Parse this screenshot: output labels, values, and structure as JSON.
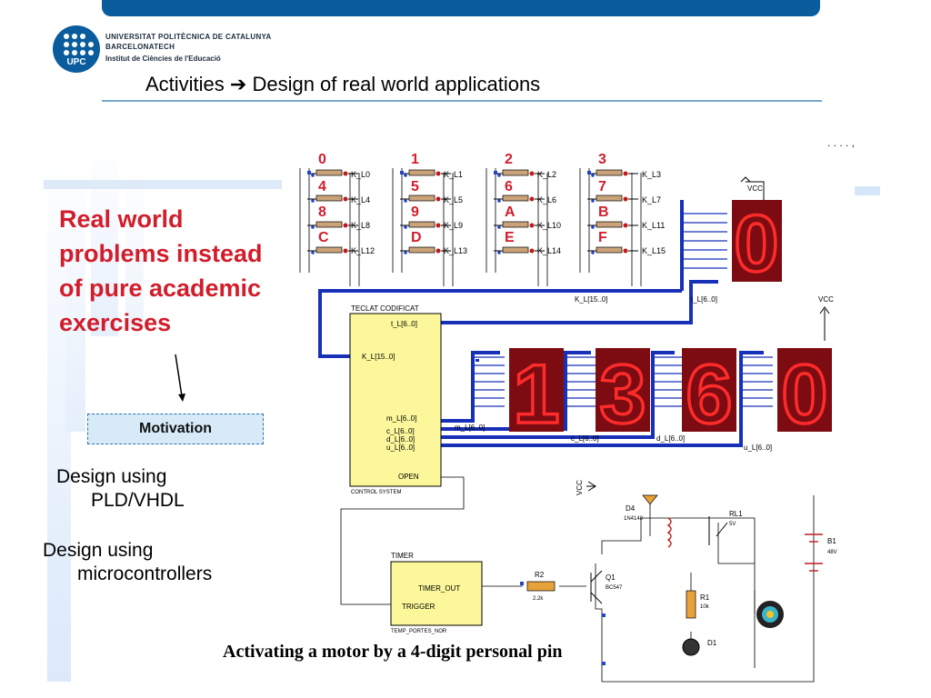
{
  "org": {
    "logo_text": "UPC",
    "line1": "UNIVERSITAT POLITÈCNICA DE CATALUNYA",
    "line2": "BARCELONATECH",
    "line3": "Institut de Ciències de l'Educació"
  },
  "header": {
    "title": "Activities ➔ Design of real world applications"
  },
  "main": {
    "headline_lines": [
      "Real world",
      "problems instead",
      "of pure academic",
      "exercises"
    ],
    "motivation": "Motivation",
    "design1_a": "Design using",
    "design1_b": "PLD/VHDL",
    "design2_a": "Design using",
    "design2_b": "microcontrollers"
  },
  "schematic": {
    "keys": [
      "0",
      "1",
      "2",
      "3",
      "4",
      "5",
      "6",
      "7",
      "8",
      "9",
      "A",
      "B",
      "C",
      "D",
      "E",
      "F"
    ],
    "key_labels": [
      "K_L0",
      "K_L1",
      "K_L2",
      "K_L3",
      "K_L4",
      "K_L5",
      "K_L6",
      "K_L7",
      "K_L8",
      "K_L9",
      "K_L10",
      "K_L11",
      "K_L12",
      "K_L13",
      "K_L14",
      "K_L15"
    ],
    "bus_k": "K_L[15..0]",
    "bus_t": "t_L[6..0]",
    "vcc": "VCC",
    "block_title": "TECLAT CODIFICAT",
    "block_footer": "CONTROL SYSTEM",
    "pin_tl": "t_L[6..0]",
    "pin_kl": "K_L[15..0]",
    "pin_ml": "m_L[6..0]",
    "pin_cl": "c_L[6..0]",
    "pin_dl": "d_L[6..0]",
    "pin_ul": "u_L[6..0]",
    "pin_open": "OPEN",
    "bus_m": "m_L[6..0]",
    "bus_c": "c_L[6..0]",
    "bus_d": "d_L[6..0]",
    "bus_u": "u_L[6..0]",
    "digits": [
      "1",
      "3",
      "6",
      "0"
    ],
    "top_digit": "0",
    "timer_title": "TIMER",
    "timer_out": "TIMER_OUT",
    "timer_trig": "TRIGGER",
    "timer_footer": "TEMP_PORTES_NOR",
    "d4": "D4",
    "d4_part": "1N4148",
    "rl1": "RL1",
    "rl1_v": "5V",
    "b1": "B1",
    "b1_v": "48V",
    "r2": "R2",
    "r2_v": "2.2k",
    "q1": "Q1",
    "q1_part": "BC547",
    "r1": "R1",
    "r1_v": "10k",
    "d1": "D1"
  },
  "caption": "Activating a motor by a 4-digit personal pin",
  "colors": {
    "brand": "#0a5c9c",
    "accent_red": "#d21d2b",
    "bus": "#1730b8",
    "display_bg": "#8a0d14",
    "display_seg": "#ff2b2b",
    "block_fill": "#fbf79a"
  }
}
